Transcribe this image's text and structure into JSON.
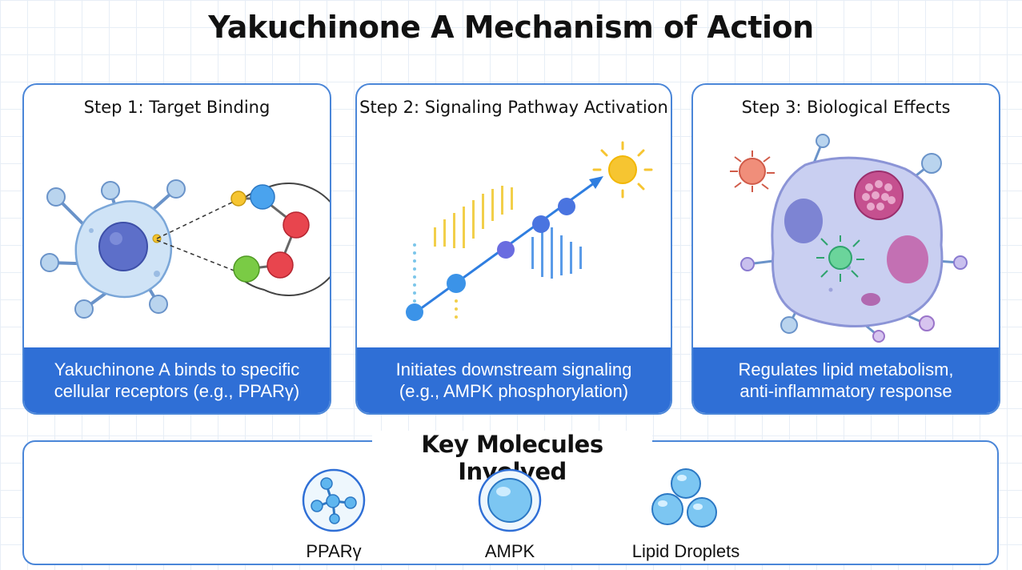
{
  "title": "Yakuchinone A Mechanism of Action",
  "steps": [
    {
      "title": "Step 1: Target Binding",
      "footer_line1": "Yakuchinone A binds to specific",
      "footer_line2": "cellular receptors (e.g., PPARγ)",
      "icon": "receptor-binding-illustration"
    },
    {
      "title": "Step 2: Signaling Pathway Activation",
      "footer_line1": "Initiates downstream signaling",
      "footer_line2": "(e.g., AMPK phosphorylation)",
      "icon": "signaling-pathway-illustration"
    },
    {
      "title": "Step 3: Biological Effects",
      "footer_line1": "Regulates lipid metabolism,",
      "footer_line2": "anti-inflammatory response",
      "icon": "cell-effects-illustration"
    }
  ],
  "key_molecules": {
    "title": "Key Molecules Involved",
    "items": [
      {
        "label": "PPARγ",
        "icon": "network-icon"
      },
      {
        "label": "AMPK",
        "icon": "sphere-icon"
      },
      {
        "label": "Lipid Droplets",
        "icon": "droplets-icon"
      }
    ]
  },
  "colors": {
    "accent": "#2f6fd6",
    "border": "#4a86d8",
    "molecule_blue": "#7cc6f2"
  }
}
